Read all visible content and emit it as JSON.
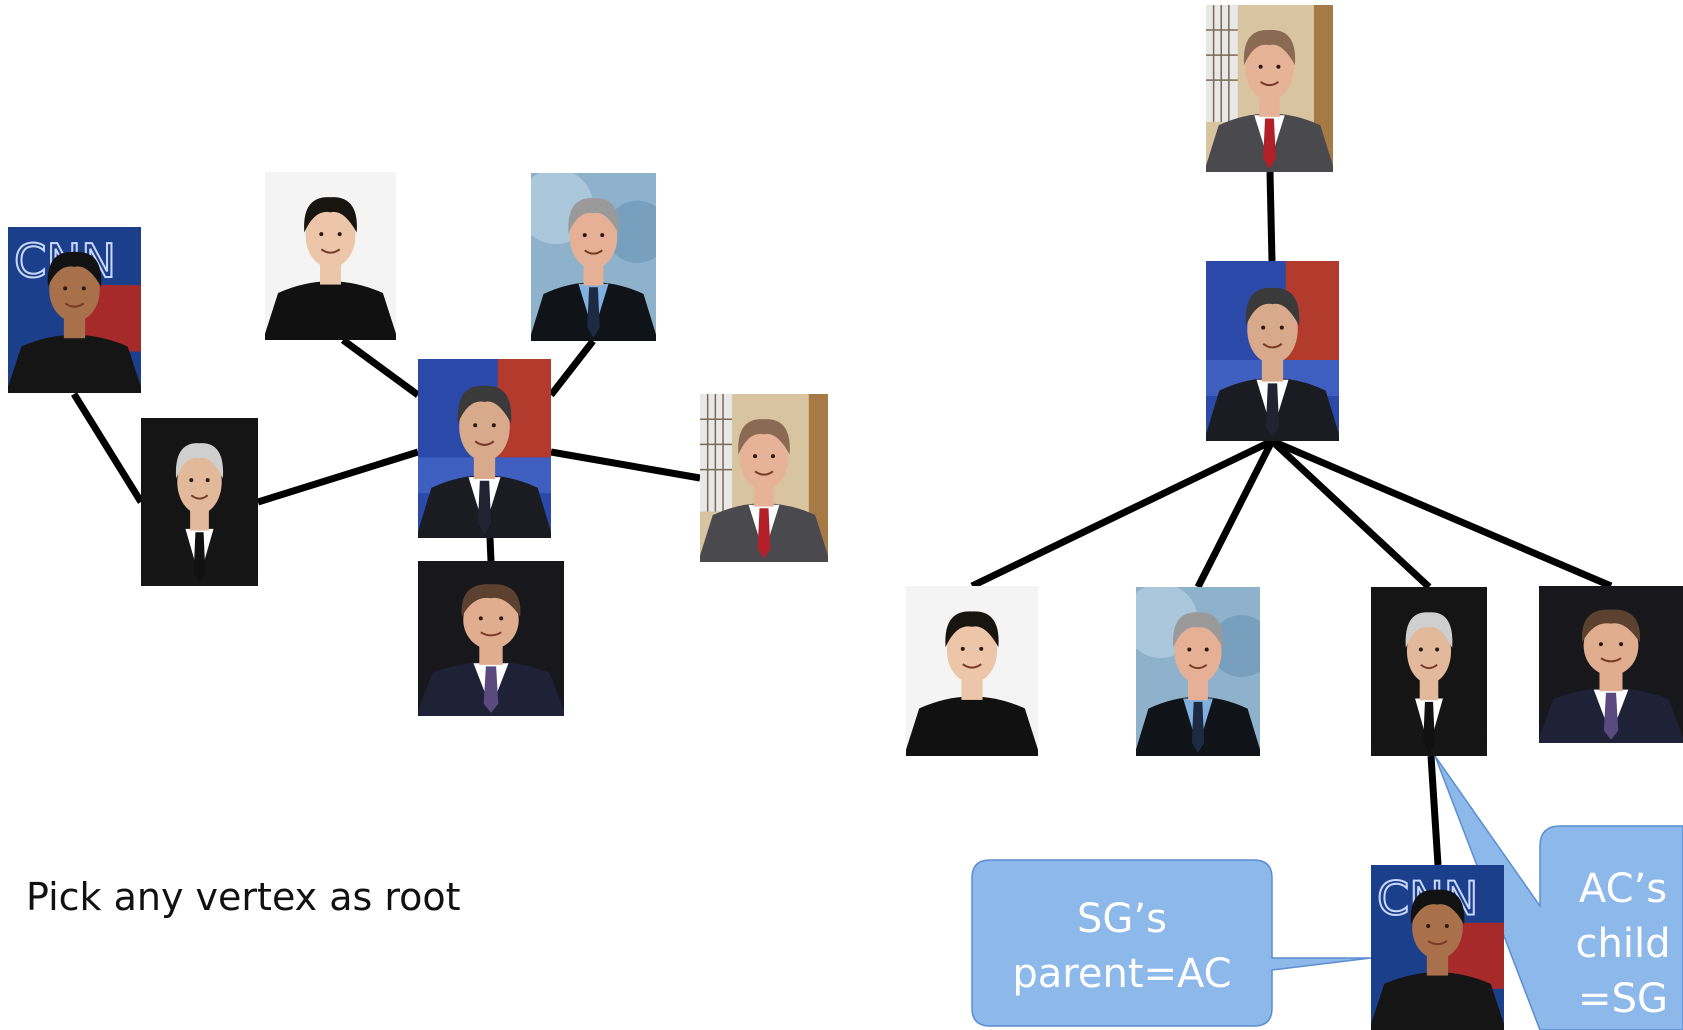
{
  "caption": "Pick any vertex as root",
  "people": {
    "SG": {
      "icon": "sg-portrait-icon",
      "backdrop": "cnn-studio",
      "bg": "#1c3f8c",
      "skin": "#a8714b",
      "hair": "#121212",
      "shirt": "#151515",
      "tie": "",
      "suit": "#151515"
    },
    "AC": {
      "icon": "ac-portrait-icon",
      "backdrop": "dark",
      "bg": "#151515",
      "skin": "#e2b99b",
      "hair": "#cfcfcf",
      "shirt": "#ffffff",
      "tie": "#111111",
      "suit": "#161616"
    },
    "JS": {
      "icon": "js-portrait-icon",
      "backdrop": "daily-show",
      "bg": "#2b49a8",
      "skin": "#d8a98a",
      "hair": "#3a3a3a",
      "shirt": "#ffffff",
      "tie": "#222233",
      "suit": "#1b1b22"
    },
    "RM": {
      "icon": "rm-portrait-icon",
      "backdrop": "white",
      "bg": "#f4f4f4",
      "skin": "#edc6a9",
      "hair": "#181410",
      "shirt": "#111111",
      "tie": "",
      "suit": "#111111"
    },
    "BO": {
      "icon": "bo-portrait-icon",
      "backdrop": "blue-cloud",
      "bg": "#8fb2cc",
      "skin": "#e6b096",
      "hair": "#9a9a9a",
      "shirt": "#7fb0df",
      "tie": "#1c2a44",
      "suit": "#101418"
    },
    "JSc": {
      "icon": "jsc-portrait-icon",
      "backdrop": "office",
      "bg": "#d8c4a0",
      "skin": "#e6b398",
      "hair": "#8a6a52",
      "shirt": "#ffffff",
      "tie": "#b3202a",
      "suit": "#4a4a4e"
    },
    "BW": {
      "icon": "bw-portrait-icon",
      "backdrop": "dark",
      "bg": "#17171c",
      "skin": "#e0ad8e",
      "hair": "#5c4030",
      "shirt": "#ffffff",
      "tie": "#5a4a80",
      "suit": "#1f2236"
    }
  },
  "left_graph": {
    "edges": [
      [
        "SG",
        "AC"
      ],
      [
        "AC",
        "JS"
      ],
      [
        "RM",
        "JS"
      ],
      [
        "BO",
        "JS"
      ],
      [
        "JS",
        "JSc"
      ],
      [
        "JS",
        "BW"
      ]
    ]
  },
  "right_tree": {
    "root": "JSc",
    "edges": [
      [
        "JSc",
        "JS"
      ],
      [
        "JS",
        "RM"
      ],
      [
        "JS",
        "BO"
      ],
      [
        "JS",
        "AC"
      ],
      [
        "JS",
        "BW"
      ],
      [
        "AC",
        "SG"
      ]
    ]
  },
  "callouts": {
    "sg": {
      "lines": [
        "SG’s",
        "parent=AC"
      ]
    },
    "ac": {
      "lines": [
        "AC’s",
        "child",
        "=SG"
      ]
    }
  },
  "colors": {
    "edge": "#000000",
    "callout_fill": "#8db8ea",
    "callout_stroke": "#5b8ed0",
    "callout_text": "#ffffff"
  }
}
